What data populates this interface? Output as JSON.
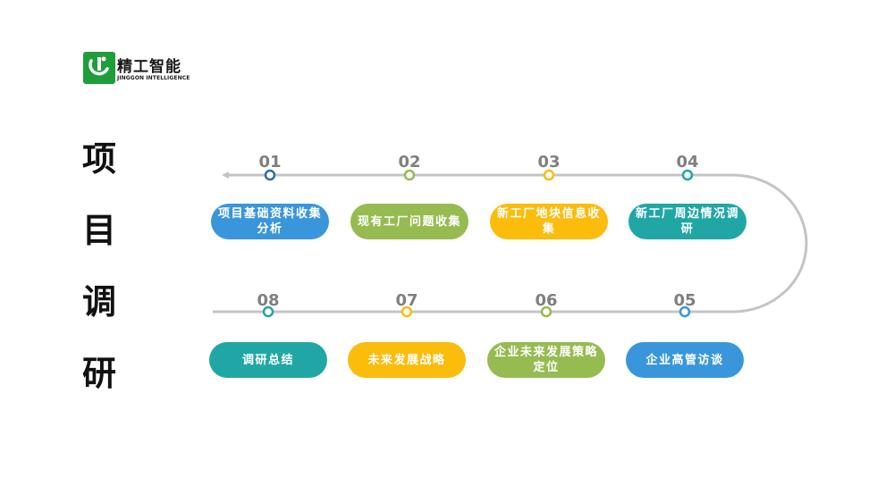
{
  "logo": {
    "brand_cn": "精工智能",
    "brand_en": "JINGGON INTELLIGENCE",
    "mark_letter": "J",
    "color": "#1e9e3a"
  },
  "title_chars": [
    "项",
    "目",
    "调",
    "研"
  ],
  "steps": [
    {
      "num": "01",
      "label": "项目基础资料收集分析",
      "color": "#3a96db"
    },
    {
      "num": "02",
      "label": "现有工厂问题收集",
      "color": "#96bb51"
    },
    {
      "num": "03",
      "label": "新工厂地块信息收集",
      "color": "#fcbc0c"
    },
    {
      "num": "04",
      "label": "新工厂周边情况调研",
      "color": "#21a6a6"
    },
    {
      "num": "05",
      "label": "企业高管访谈",
      "color": "#3a96db"
    },
    {
      "num": "06",
      "label": "企业未来发展策略定位",
      "color": "#96bb51"
    },
    {
      "num": "07",
      "label": "未来发展战略",
      "color": "#fcbc0c"
    },
    {
      "num": "08",
      "label": "调研总结",
      "color": "#21a6a6"
    }
  ],
  "colors": {
    "track": "#c4c4c4",
    "step_number": "#7f7f7f",
    "dot_01": "#2b6ea3"
  }
}
